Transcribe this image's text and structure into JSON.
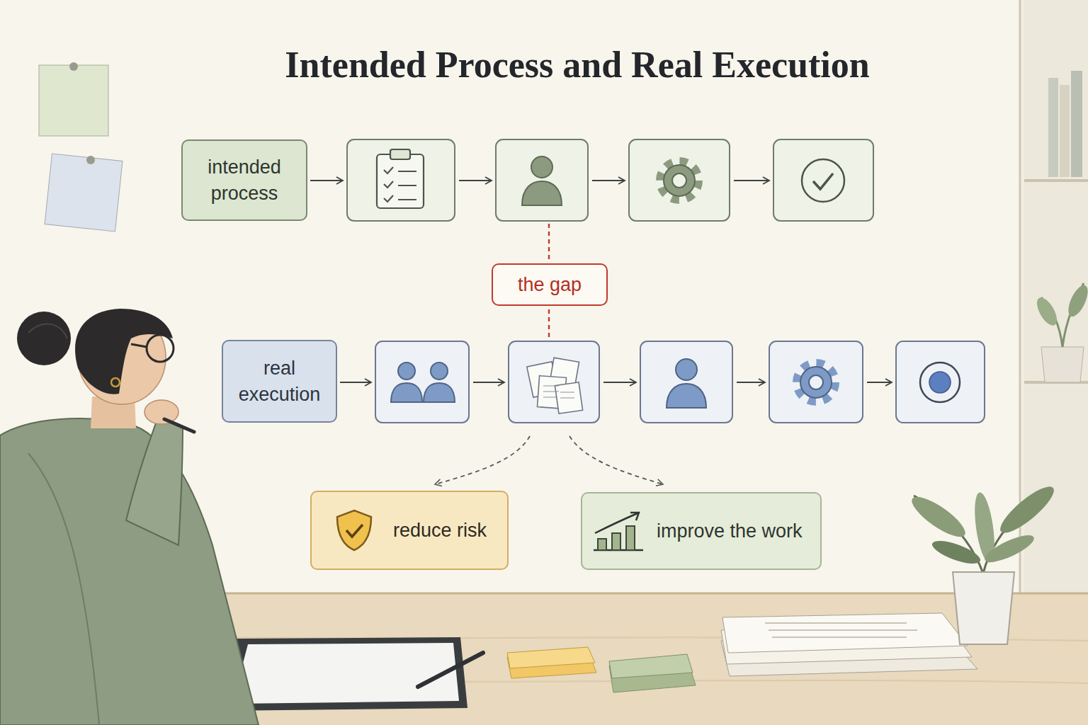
{
  "diagram": {
    "title": "Intended Process and Real Execution",
    "nodes": [
      {
        "text": [
          "intended process"
        ]
      },
      {
        "text": [
          "real execution"
        ]
      },
      {
        "text": [
          "the gap"
        ]
      },
      {
        "text": [
          "reduce risk"
        ]
      },
      {
        "text": [
          "improve the work"
        ]
      }
    ]
  }
}
